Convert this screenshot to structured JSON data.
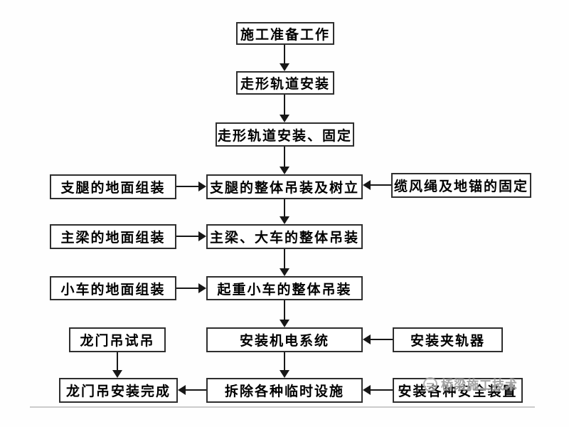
{
  "nodes": {
    "prep": {
      "label": "施工准备工作"
    },
    "track_install": {
      "label": "走形轨道安装"
    },
    "track_fix": {
      "label": "走形轨道安装、固定"
    },
    "leg_ground": {
      "label": "支腿的地面组装"
    },
    "leg_hoist": {
      "label": "支腿的整体吊装及树立"
    },
    "cable_anchor": {
      "label": "缆风绳及地锚的固定"
    },
    "girder_ground": {
      "label": "主梁的地面组装"
    },
    "girder_hoist": {
      "label": "主梁、大车的整体吊装"
    },
    "trolley_ground": {
      "label": "小车的地面组装"
    },
    "trolley_hoist": {
      "label": "起重小车的整体吊装"
    },
    "test_lift": {
      "label": "龙门吊试吊"
    },
    "mech_elec": {
      "label": "安装机电系统"
    },
    "rail_clamp": {
      "label": "安装夹轨器"
    },
    "complete": {
      "label": "龙门吊安装完成"
    },
    "dismantle": {
      "label": "拆除各种临时设施"
    },
    "safety_devices": {
      "label": "安装各种安全装置"
    }
  },
  "edges": [
    {
      "from": "prep",
      "to": "track_install",
      "direction": "down"
    },
    {
      "from": "track_install",
      "to": "track_fix",
      "direction": "down"
    },
    {
      "from": "track_fix",
      "to": "leg_hoist",
      "direction": "down"
    },
    {
      "from": "leg_ground",
      "to": "leg_hoist",
      "direction": "right"
    },
    {
      "from": "cable_anchor",
      "to": "leg_hoist",
      "direction": "left"
    },
    {
      "from": "leg_hoist",
      "to": "girder_hoist",
      "direction": "down"
    },
    {
      "from": "girder_ground",
      "to": "girder_hoist",
      "direction": "right"
    },
    {
      "from": "girder_hoist",
      "to": "trolley_hoist",
      "direction": "down"
    },
    {
      "from": "trolley_ground",
      "to": "trolley_hoist",
      "direction": "right"
    },
    {
      "from": "trolley_hoist",
      "to": "mech_elec",
      "direction": "down"
    },
    {
      "from": "rail_clamp",
      "to": "mech_elec",
      "direction": "left"
    },
    {
      "from": "mech_elec",
      "to": "dismantle",
      "direction": "down"
    },
    {
      "from": "safety_devices",
      "to": "dismantle",
      "direction": "left"
    },
    {
      "from": "dismantle",
      "to": "complete",
      "direction": "left"
    },
    {
      "from": "test_lift",
      "to": "complete",
      "direction": "down"
    }
  ],
  "watermark": {
    "text": "桥梁施工技术",
    "icon": "circular-logo-icon",
    "color": "#9b9b9b"
  },
  "colors": {
    "box_border": "#2e2e2e",
    "arrow": "#171717",
    "divider": "#cccccc",
    "background": "#fefefe"
  }
}
